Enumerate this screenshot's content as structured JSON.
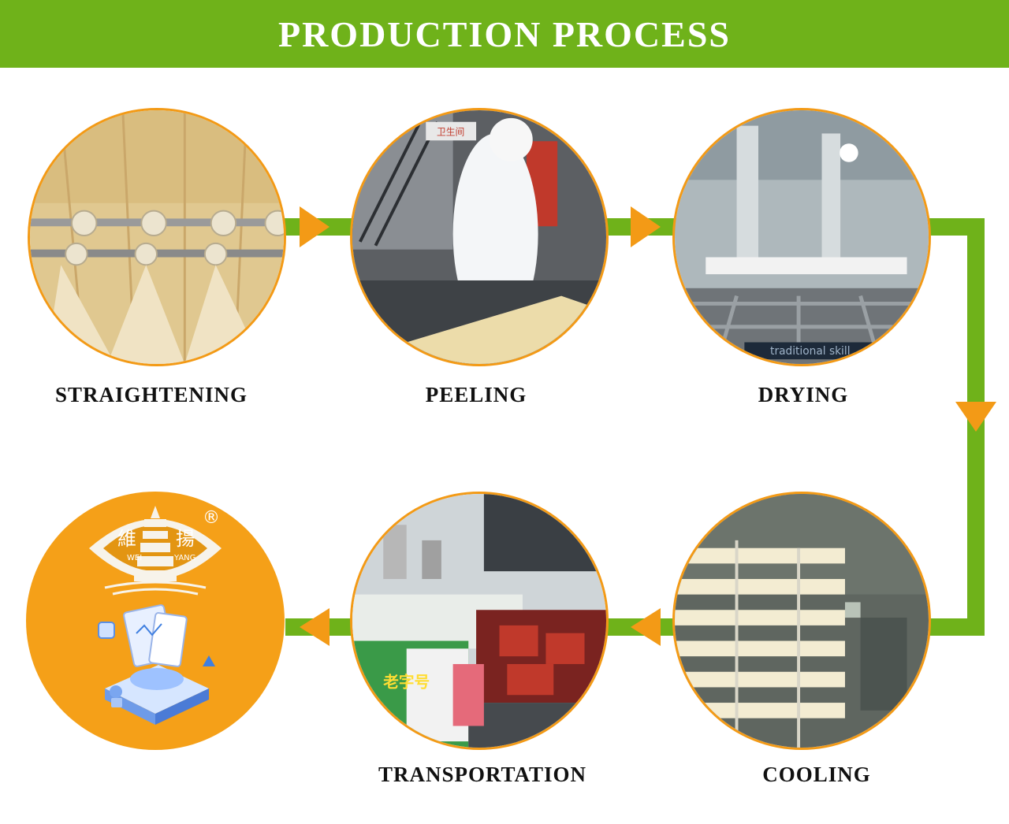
{
  "header": {
    "title": "PRODUCTION PROCESS"
  },
  "steps": [
    {
      "label": "STRAIGHTENING"
    },
    {
      "label": "PEELING"
    },
    {
      "label": "DRYING"
    },
    {
      "label": "COOLING"
    },
    {
      "label": "TRANSPORTATION"
    }
  ],
  "photo_text": {
    "drying_caption": "traditional skill",
    "peeling_sign": "卫生间",
    "truck_brand": "老字号"
  },
  "logo": {
    "registered": "®",
    "left_char": "維",
    "right_char": "揚",
    "text_wei": "WEI",
    "text_yang": "YANG"
  },
  "colors": {
    "green": "#6fb21a",
    "orange": "#f39a16",
    "logo_bg": "#f5a018"
  },
  "icons": [
    "flow-arrow-right-icon",
    "flow-arrow-down-icon",
    "flow-arrow-left-icon",
    "pagoda-logo-icon",
    "document-platform-icon"
  ]
}
